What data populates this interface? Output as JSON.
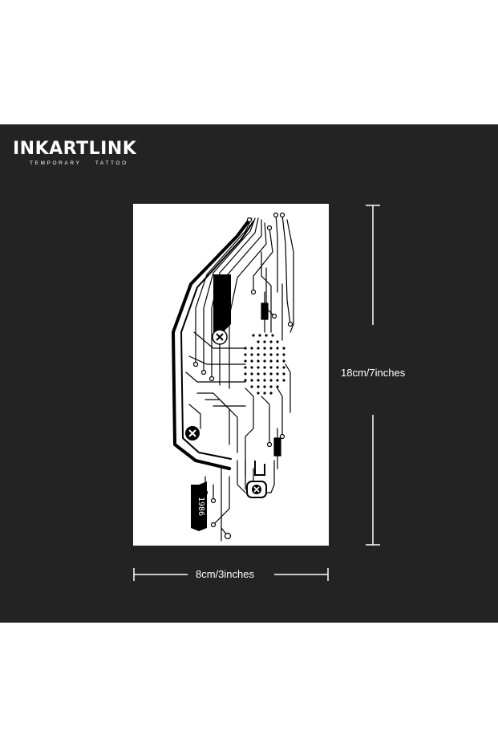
{
  "brand": {
    "name": "INKARTLINK",
    "tagline": "TEMPORARY    TATTOO"
  },
  "tattoo": {
    "chip_label": "1986"
  },
  "dimensions": {
    "height_label": "18cm/7inches",
    "width_label": "8cm/3inches"
  },
  "colors": {
    "panel_background": "#232323",
    "card_background": "#ffffff",
    "ink": "#000000",
    "dimension_lines": "#ffffff"
  }
}
